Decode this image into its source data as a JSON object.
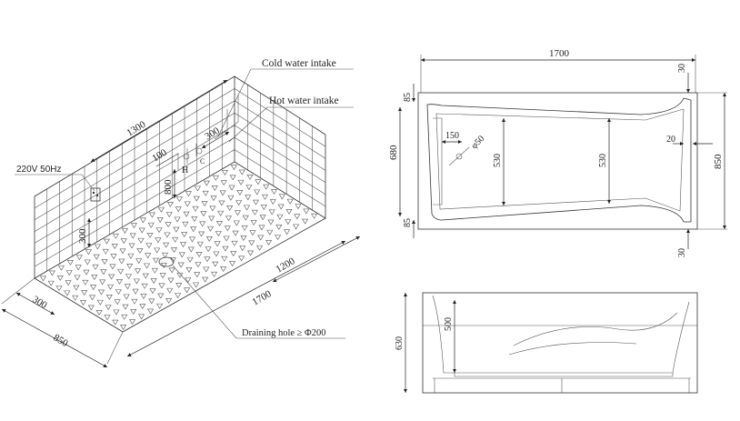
{
  "iso": {
    "cold_water": "Cold water intake",
    "hot_water": "Hot water intake",
    "power": "220V 50Hz",
    "drain": "Draining hole ≥ Φ200",
    "dims": {
      "d1300": "1300",
      "d300top": "300",
      "d100": "100",
      "d800": "800",
      "d300left": "300",
      "d1200": "1200",
      "d1700": "1700",
      "d300front": "300",
      "d850": "850"
    },
    "valve_h": "H",
    "valve_c": "C"
  },
  "plan": {
    "length": "1700",
    "w680": "680",
    "w850": "850",
    "e85a": "85",
    "e85b": "85",
    "e30a": "30",
    "e30b": "30",
    "d150": "150",
    "d50": "φ50",
    "d530a": "530",
    "d530b": "530",
    "d20": "20"
  },
  "elevation": {
    "h630": "630",
    "h500": "500"
  }
}
